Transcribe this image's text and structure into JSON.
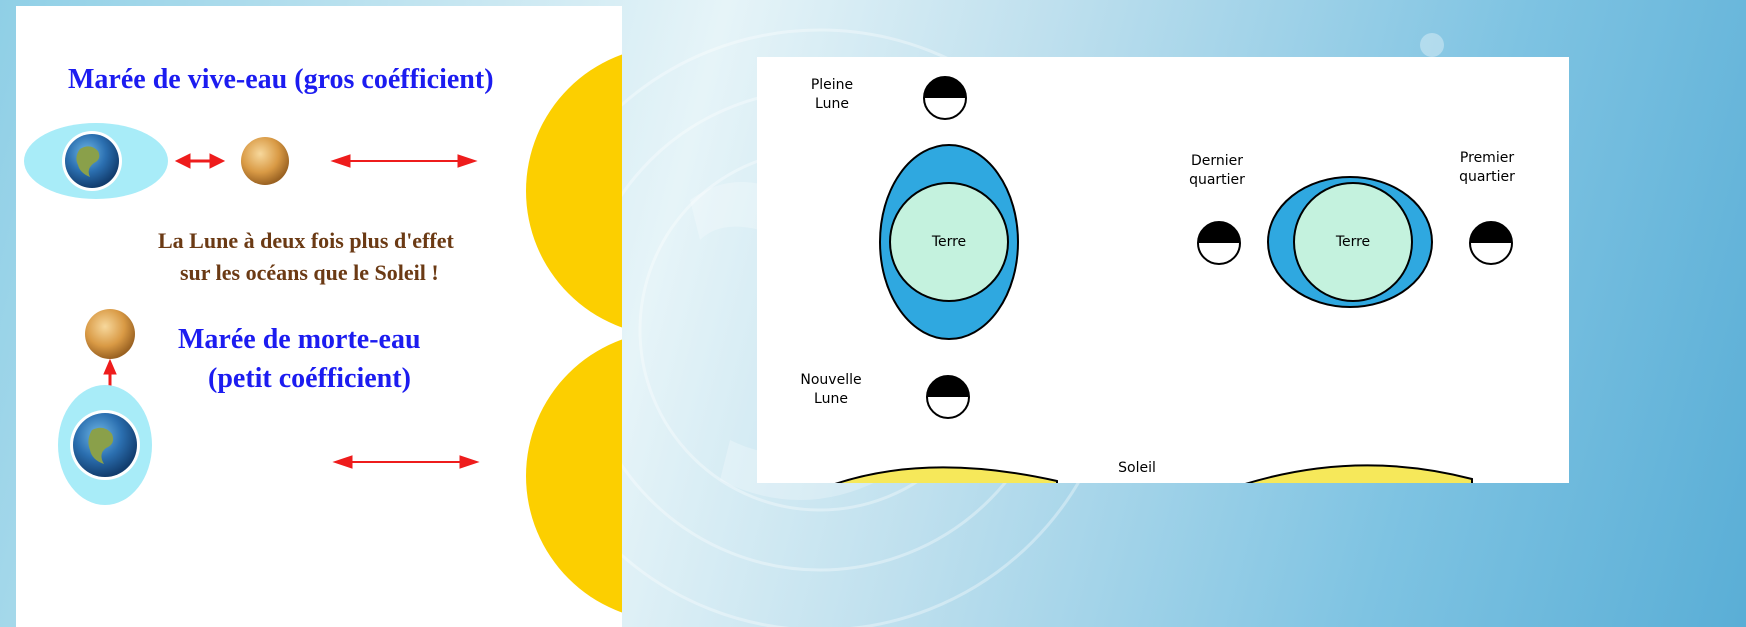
{
  "left_diagram": {
    "spring_tide_title": "Marée de vive-eau (gros coéfficient)",
    "moon_effect_line1": "La Lune à deux fois plus d'effet",
    "moon_effect_line2": "sur les océans que le Soleil !",
    "neap_tide_title_line1": "Marée de morte-eau",
    "neap_tide_title_line2": "(petit coéfficient)"
  },
  "right_diagram": {
    "full_moon_label_line1": "Pleine",
    "full_moon_label_line2": "Lune",
    "new_moon_label_line1": "Nouvelle",
    "new_moon_label_line2": "Lune",
    "last_quarter_label_line1": "Dernier",
    "last_quarter_label_line2": "quartier",
    "first_quarter_label_line1": "Premier",
    "first_quarter_label_line2": "quartier",
    "earth_label_left": "Terre",
    "earth_label_right": "Terre",
    "sun_label": "Soleil"
  },
  "colors": {
    "heading_blue": "#1c1cf0",
    "note_brown": "#6b3a14",
    "sun_yellow": "#fccf00",
    "ocean_blue": "#2fa8e0",
    "earth_green": "#c4f2de",
    "tide_bulge_cyan": "#a8ecf8",
    "arrow_red": "#ee1c1c"
  }
}
